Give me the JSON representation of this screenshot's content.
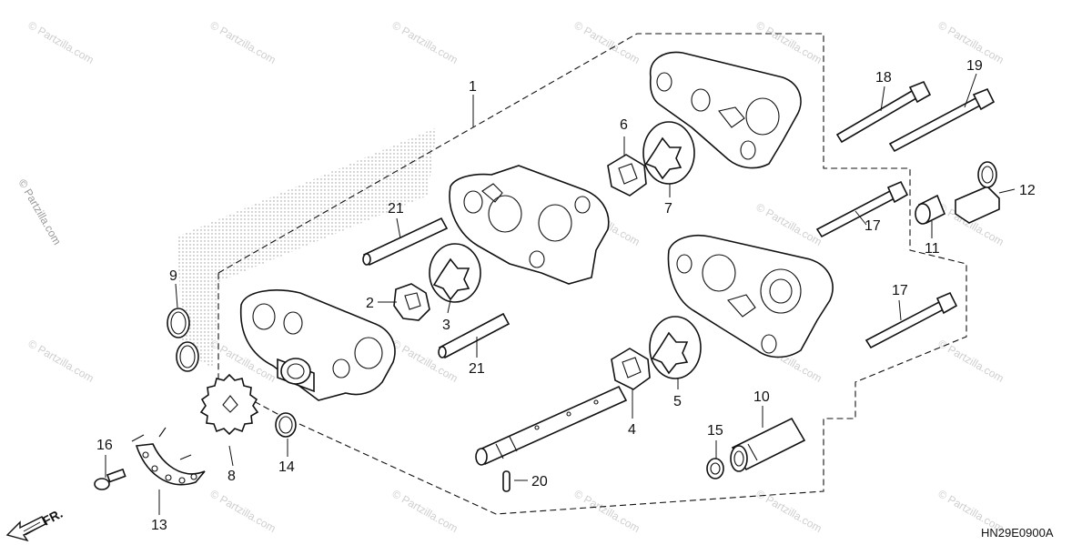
{
  "diagram": {
    "drawing_code": "HN29E0900A",
    "direction_marker": "FR.",
    "watermark": "© Partzilla.com",
    "callouts": [
      "1",
      "2",
      "3",
      "4",
      "5",
      "6",
      "7",
      "8",
      "9",
      "10",
      "11",
      "12",
      "13",
      "14",
      "15",
      "16",
      "17",
      "17",
      "18",
      "19",
      "20",
      "21",
      "21"
    ]
  }
}
